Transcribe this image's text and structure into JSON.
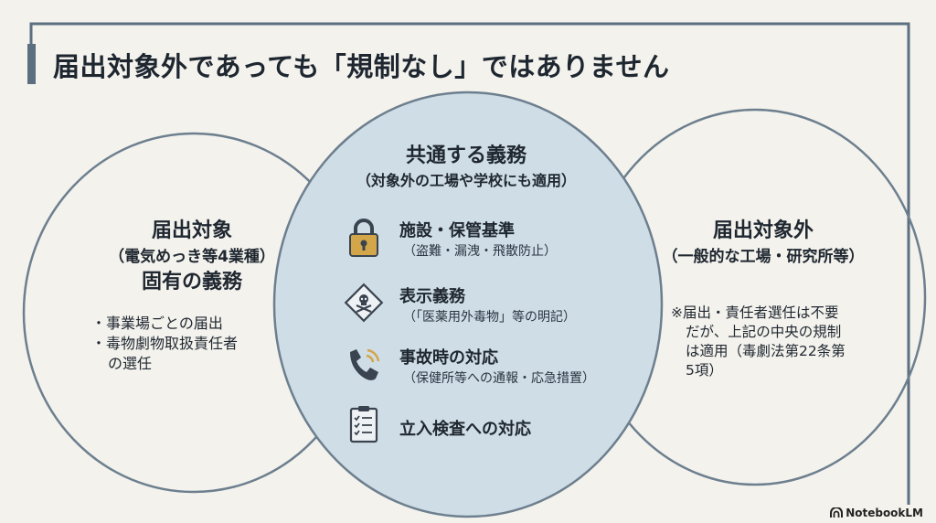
{
  "title": "届出対象外であっても「規制なし」ではありません",
  "left": {
    "heading": "届出対象",
    "subheading": "（電気めっき等4業種）",
    "heading2": "固有の義務",
    "items": [
      "・事業場ごとの届出",
      "・毒物劇物取扱責任者",
      "の選任"
    ]
  },
  "center": {
    "heading": "共通する義務",
    "subheading": "（対象外の工場や学校にも適用）",
    "items": [
      {
        "label": "施設・保管基準",
        "sub": "（盗難・漏洩・飛散防止）",
        "icon": "padlock-icon"
      },
      {
        "label": "表示義務",
        "sub": "（「医薬用外毒物」等の明記）",
        "icon": "poison-warning-icon"
      },
      {
        "label": "事故時の対応",
        "sub": "（保健所等への通報・応急措置）",
        "icon": "phone-call-icon"
      },
      {
        "label": "立入検査への対応",
        "sub": "",
        "icon": "clipboard-checklist-icon"
      }
    ]
  },
  "right": {
    "heading": "届出対象外",
    "subheading": "（一般的な工場・研究所等）",
    "note": [
      "※届出・責任者選任は不要",
      "だが、上記の中央の規制",
      "は適用（毒劇法第22条第",
      "5項）"
    ]
  },
  "brand": "NotebookLM",
  "colors": {
    "background": "#f3f2ed",
    "frame": "#5b6f80",
    "center_fill": "#cfdde6",
    "icon": "#3a4450",
    "padlock": "#d4a64a"
  }
}
